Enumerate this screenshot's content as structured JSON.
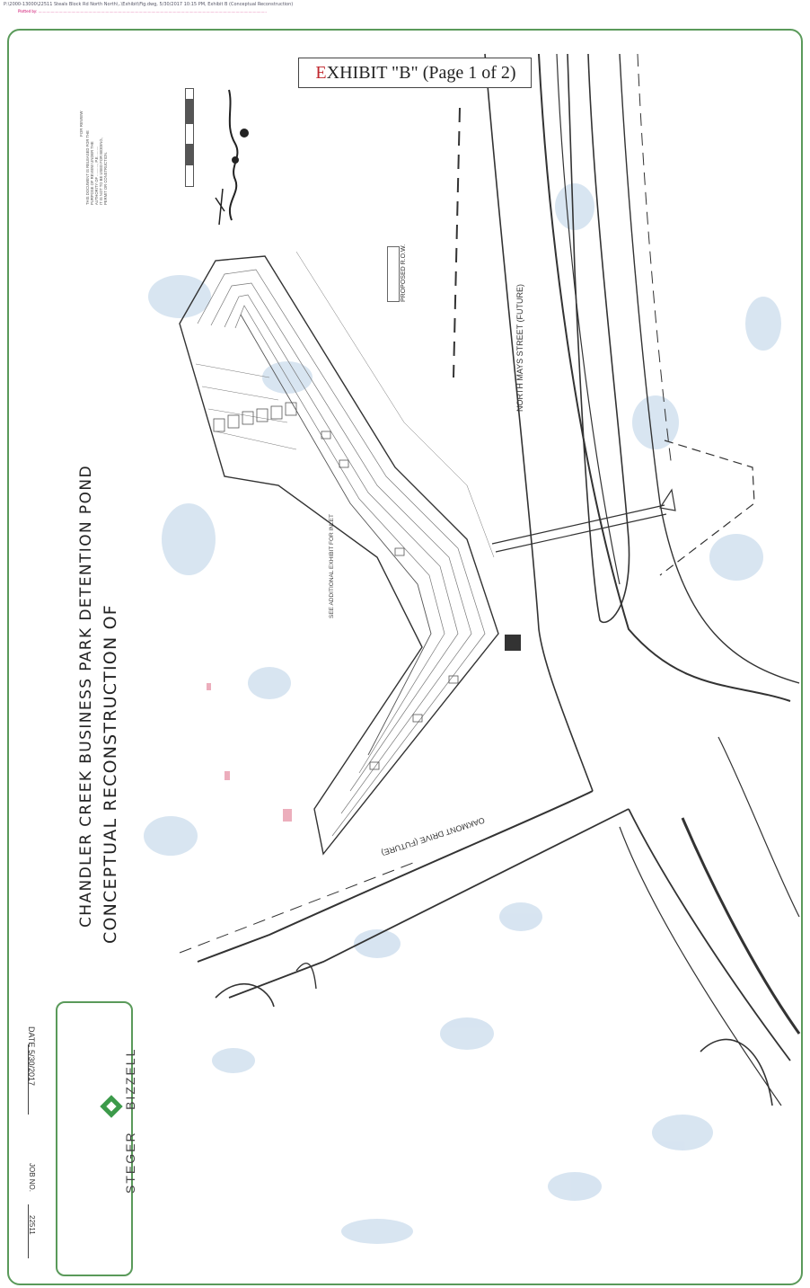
{
  "header": {
    "path_text": "P:\\2000-13000\\22511 Steals Block Rd North North\\..\\Exhibit\\Fig.dwg, 5/30/2017 10:15 PM, Exhibit B (Conceptual Reconstruction)",
    "plot_text": "Plotted by: ........................................................................................................................................................................................................"
  },
  "exhibit": {
    "prefix": "E",
    "label": "XHIBIT \"B\" (Page 1 of 2)"
  },
  "title": {
    "line1": "CONCEPTUAL RECONSTRUCTION OF",
    "line2": "CHANDLER CREEK BUSINESS PARK DETENTION POND"
  },
  "labels": {
    "north_mays": "NORTH MAYS STREET (FUTURE)",
    "oakmont": "OAKMONT DRIVE (FUTURE)",
    "row": "PROPOSED R.O.W.",
    "inlet": "SEE ADDITIONAL EXHIBIT FOR INLET"
  },
  "notes": {
    "heading": "FOR REVIEW",
    "body": "THIS DOCUMENT IS RELEASED FOR THE\nPURPOSE OF REVIEW UNDER THE\nAUTHORITY OF ..........., P.E. ........\nIT IS NOT TO BE USED FOR BIDDING,\nPERMIT OR CONSTRUCTION."
  },
  "titleblock": {
    "firm_left": "STEGER",
    "firm_right": "BIZZELL",
    "date_label": "DATE",
    "date_value": "5/30/2017",
    "job_label": "JOB NO.",
    "job_value": "22511"
  },
  "colors": {
    "border": "#5a9a5a",
    "logo": "#3c9a4a",
    "exhibit_red": "#c0282e",
    "road": "#333333",
    "pond": "#777777",
    "scan_blue": "#8fb4d8"
  }
}
